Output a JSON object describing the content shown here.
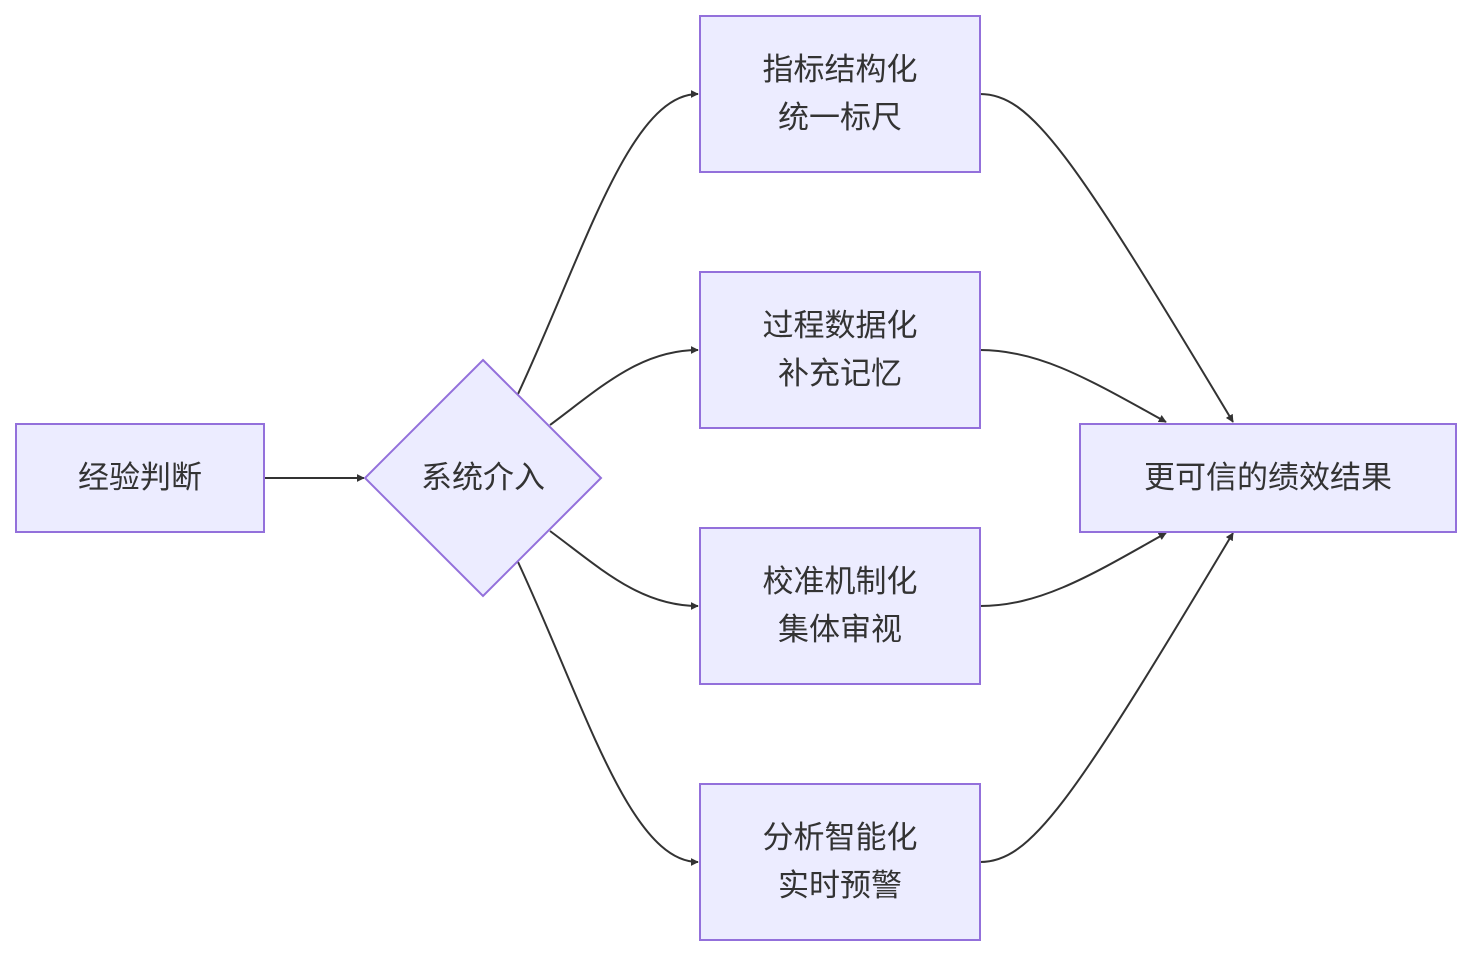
{
  "nodes": {
    "experience": {
      "label": "经验判断"
    },
    "system": {
      "label": "系统介入"
    },
    "indicator": {
      "line1": "指标结构化",
      "line2": "统一标尺"
    },
    "process": {
      "line1": "过程数据化",
      "line2": "补充记忆"
    },
    "calibration": {
      "line1": "校准机制化",
      "line2": "集体审视"
    },
    "analysis": {
      "line1": "分析智能化",
      "line2": "实时预警"
    },
    "result": {
      "label": "更可信的绩效结果"
    }
  },
  "colors": {
    "node_fill": "#ECECFF",
    "node_stroke": "#9370DB",
    "edge": "#333333",
    "text": "#333333"
  }
}
